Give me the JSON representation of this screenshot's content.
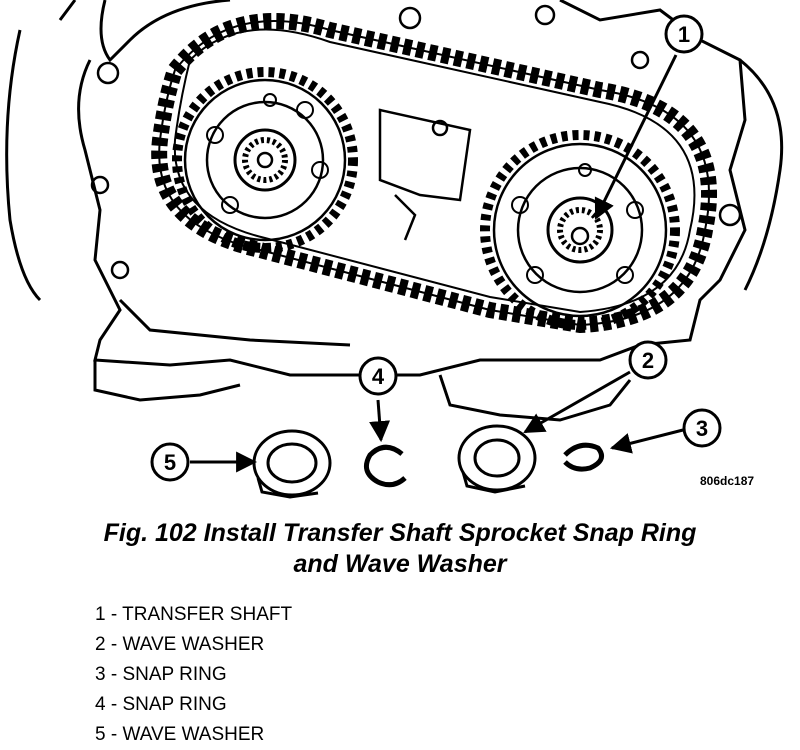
{
  "figure": {
    "code": "806dc187",
    "callouts": [
      "1",
      "2",
      "3",
      "4",
      "5"
    ]
  },
  "caption": {
    "line1": "Fig. 102 Install Transfer Shaft Sprocket Snap Ring",
    "line2": "and Wave Washer"
  },
  "legend": [
    {
      "num": "1",
      "label": "TRANSFER SHAFT"
    },
    {
      "num": "2",
      "label": "WAVE WASHER"
    },
    {
      "num": "3",
      "label": "SNAP RING"
    },
    {
      "num": "4",
      "label": "SNAP RING"
    },
    {
      "num": "5",
      "label": "WAVE WASHER"
    }
  ]
}
